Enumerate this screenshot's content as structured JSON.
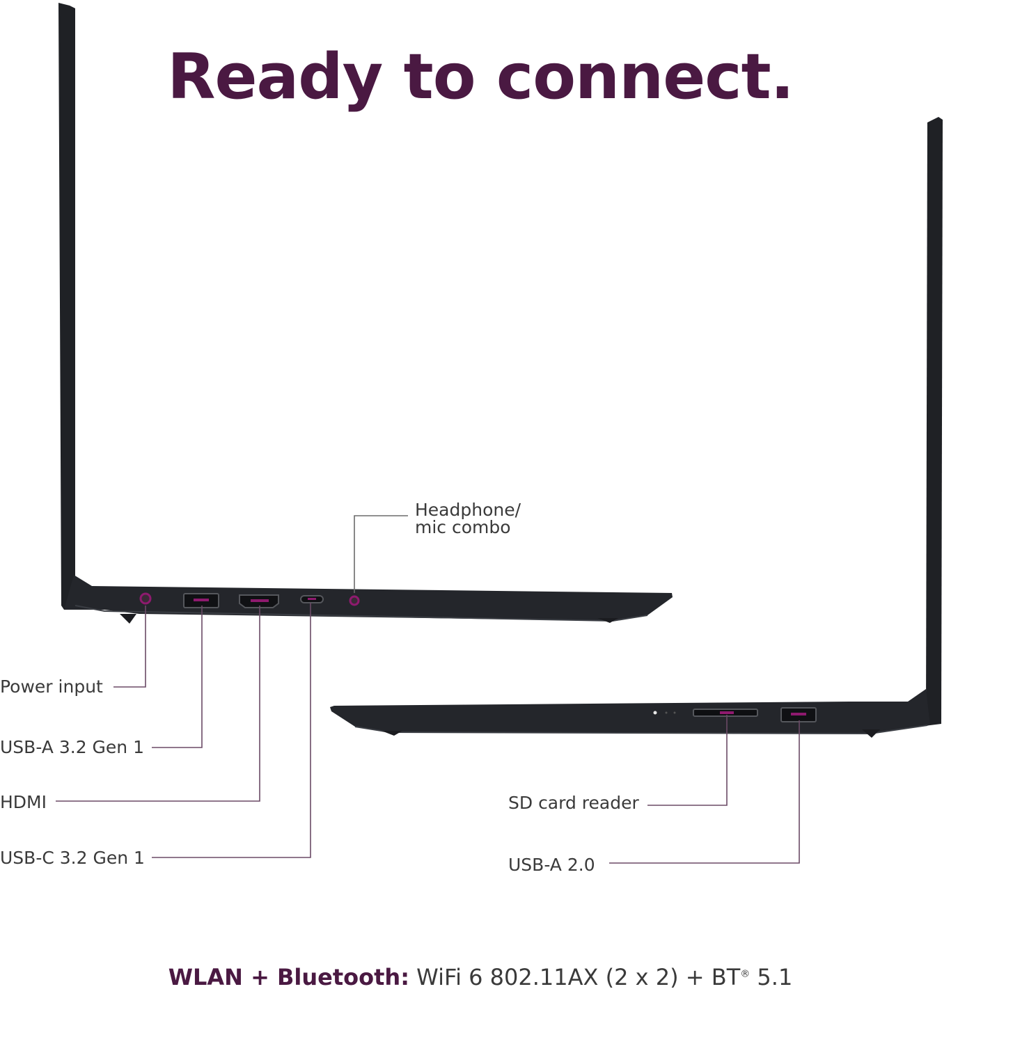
{
  "headline": "Ready to connect.",
  "ports_left_side": [
    {
      "label": "Headphone/\nmic combo"
    },
    {
      "label": "Power input"
    },
    {
      "label": "USB-A 3.2 Gen 1"
    },
    {
      "label": "HDMI"
    },
    {
      "label": "USB-C 3.2 Gen 1"
    }
  ],
  "ports_right_side": [
    {
      "label": "SD card reader"
    },
    {
      "label": "USB-A 2.0"
    }
  ],
  "footer": {
    "key": "WLAN + Bluetooth:",
    "value": " WiFi 6 802.11AX (2 x 2) + BT",
    "sup": "®",
    "tail": " 5.1"
  },
  "colors": {
    "accent": "#4a1942",
    "port_highlight": "#8e1a6e",
    "chassis": "#1f2125",
    "leader_line": "#6b4a66",
    "text": "#3a3a3a"
  }
}
